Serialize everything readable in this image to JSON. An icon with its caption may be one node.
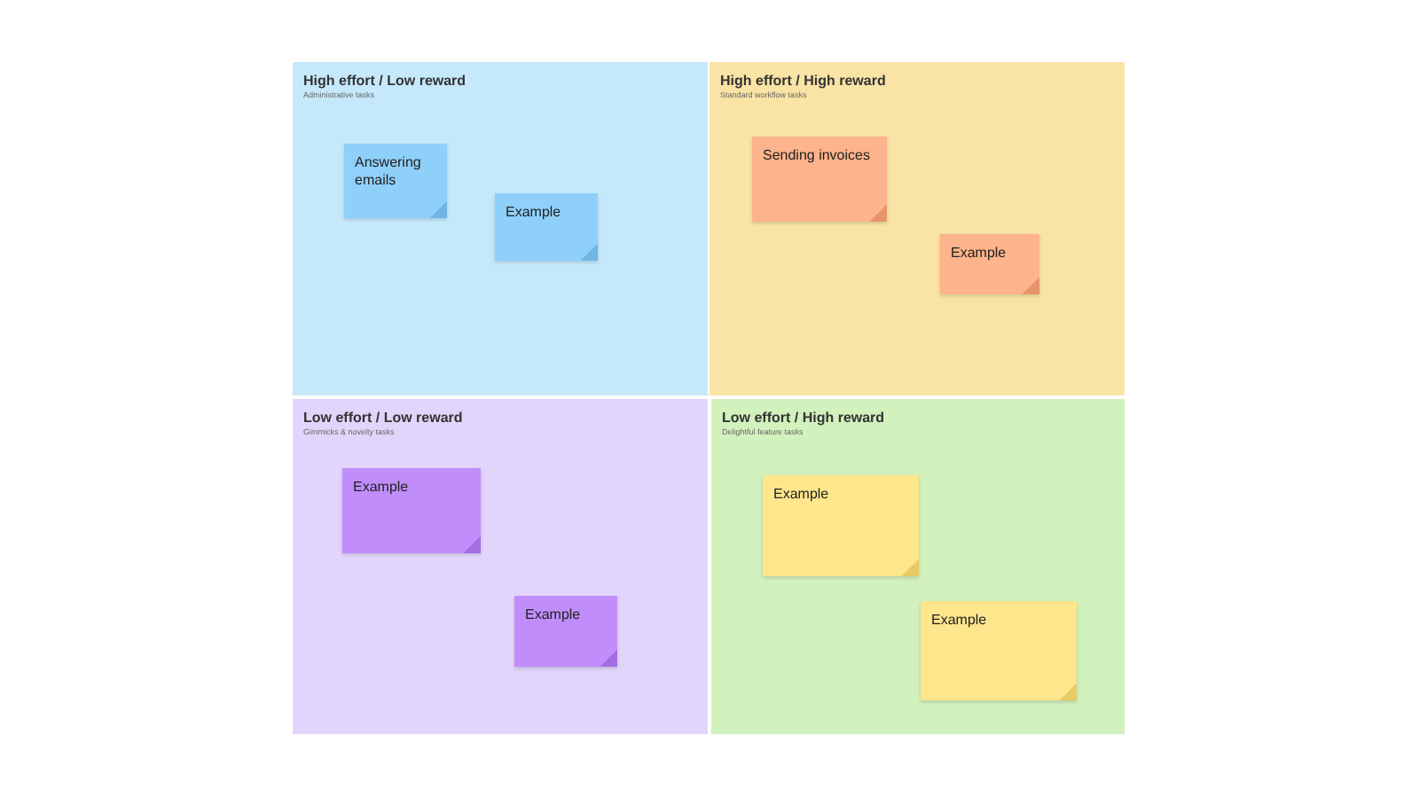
{
  "diagram": {
    "nodes": [
      {
        "text": [
          "High effort / Low reward",
          "Administrative tasks"
        ]
      },
      {
        "text": [
          "Answering emails"
        ],
        "in": 0
      },
      {
        "text": [
          "Example"
        ],
        "in": 0
      },
      {
        "text": [
          "High effort / High reward",
          "Standard workflow tasks"
        ]
      },
      {
        "text": [
          "Sending invoices"
        ],
        "in": 3
      },
      {
        "text": [
          "Example"
        ],
        "in": 3
      },
      {
        "text": [
          "Low effort / Low reward",
          "Gimmicks & novelty tasks"
        ]
      },
      {
        "text": [
          "Example"
        ],
        "in": 6
      },
      {
        "text": [
          "Example"
        ],
        "in": 6
      },
      {
        "text": [
          "Low effort / High reward",
          "Delightful feature tasks"
        ]
      },
      {
        "text": [
          "Example"
        ],
        "in": 9
      },
      {
        "text": [
          "Example"
        ],
        "in": 9
      }
    ]
  }
}
